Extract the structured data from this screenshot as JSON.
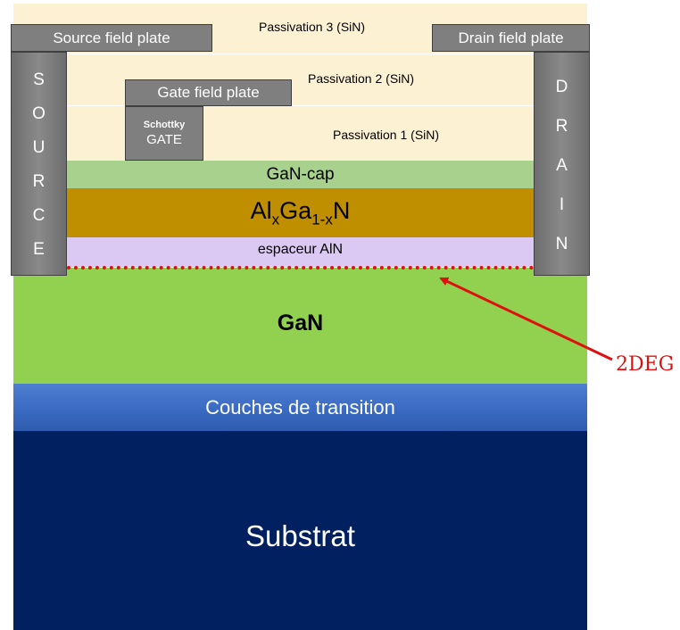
{
  "layers": {
    "passivation3": "Passivation 3 (SiN)",
    "passivation2": "Passivation 2 (SiN)",
    "passivation1": "Passivation 1 (SiN)",
    "gan_cap": "GaN-cap",
    "algan": {
      "base1": "Al",
      "sub1": "x",
      "base2": "Ga",
      "sub2": "1-x",
      "base3": "N"
    },
    "spacer": "espaceur AlN",
    "gan": "GaN",
    "transition": "Couches de transition",
    "substrate": "Substrat"
  },
  "plates": {
    "source_field_plate": "Source field plate",
    "drain_field_plate": "Drain field plate",
    "gate_field_plate": "Gate field plate"
  },
  "gate": {
    "line1": "Schottky",
    "line2": "GATE"
  },
  "source_letters": [
    "S",
    "O",
    "U",
    "R",
    "C",
    "E"
  ],
  "drain_letters": [
    "D",
    "R",
    "A",
    "I",
    "N"
  ],
  "annotation": {
    "label": "2DEG",
    "color": "#e01010"
  },
  "colors": {
    "passivation": "#fdf1d3",
    "gan_cap": "#a9d18e",
    "algan": "#bf8f00",
    "spacer": "#dcc9f3",
    "gan": "#92d050",
    "transition": "#3c6cc4",
    "substrate": "#002060",
    "metal": "#7f7f7f"
  }
}
